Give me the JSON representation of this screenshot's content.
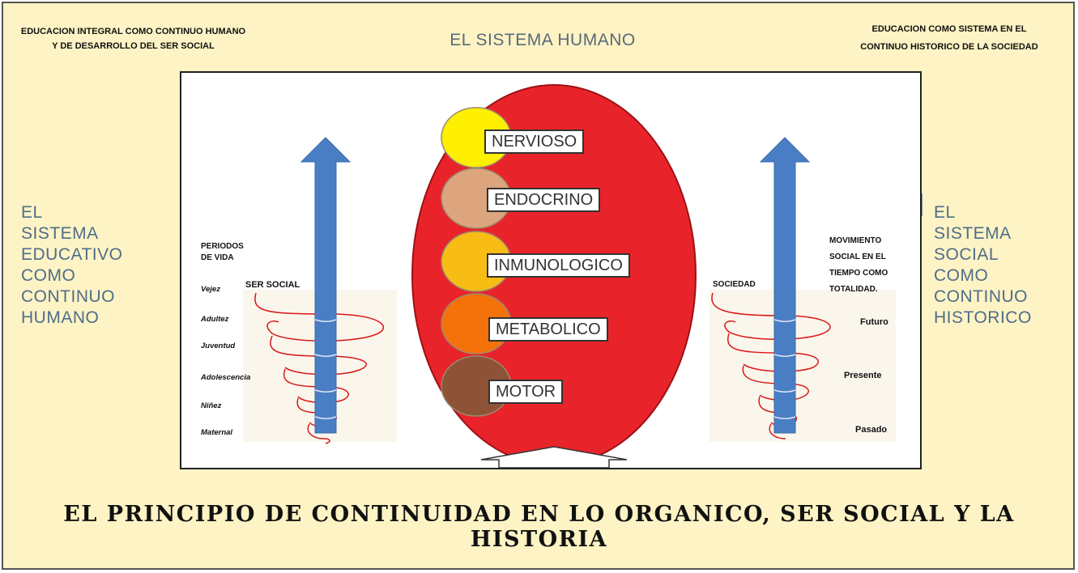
{
  "header": {
    "left_note": "EDUCACION INTEGRAL COMO CONTINUO HUMANO\nY DE DESARROLLO DEL SER SOCIAL",
    "title": "EL SISTEMA HUMANO",
    "right_note": "EDUCACION COMO SISTEMA EN EL\nCONTINUO HISTORICO DE LA SOCIEDAD"
  },
  "left_side": {
    "label": "EL\nSISTEMA\nEDUCATIVO\nCOMO\nCONTINUO\nHUMANO"
  },
  "right_side": {
    "label": "EL\nSISTEMA\nSOCIAL\nCOMO\nCONTINUO\nHISTORICO"
  },
  "left_panel": {
    "heading": "PERIODOS\nDE VIDA",
    "column_label": "SER SOCIAL",
    "periods": [
      "Vejez",
      "Adultez",
      "Juventud",
      "Adolescencia",
      "Niñez",
      "Maternal"
    ]
  },
  "right_panel": {
    "column_label": "SOCIEDAD",
    "heading": "MOVIMIENTO\nSOCIAL EN EL\nTIEMPO COMO\nTOTALIDAD.",
    "times": [
      "Futuro",
      "Presente",
      "Pasado"
    ]
  },
  "systems": [
    {
      "label": "NERVIOSO",
      "color": "#ffef00"
    },
    {
      "label": "ENDOCRINO",
      "color": "#dca57e"
    },
    {
      "label": "INMUNOLOGICO",
      "color": "#f8bd14"
    },
    {
      "label": "METABOLICO",
      "color": "#f5720a"
    },
    {
      "label": "MOTOR",
      "color": "#8e5336"
    }
  ],
  "colors": {
    "background": "#fdf3c4",
    "oval": "#e8242a",
    "arrow": "#4a7ec4",
    "spiral": "#d81818"
  },
  "footer": {
    "text": "EL PRINCIPIO DE CONTINUIDAD EN LO ORGANICO, SER SOCIAL Y LA HISTORIA"
  }
}
